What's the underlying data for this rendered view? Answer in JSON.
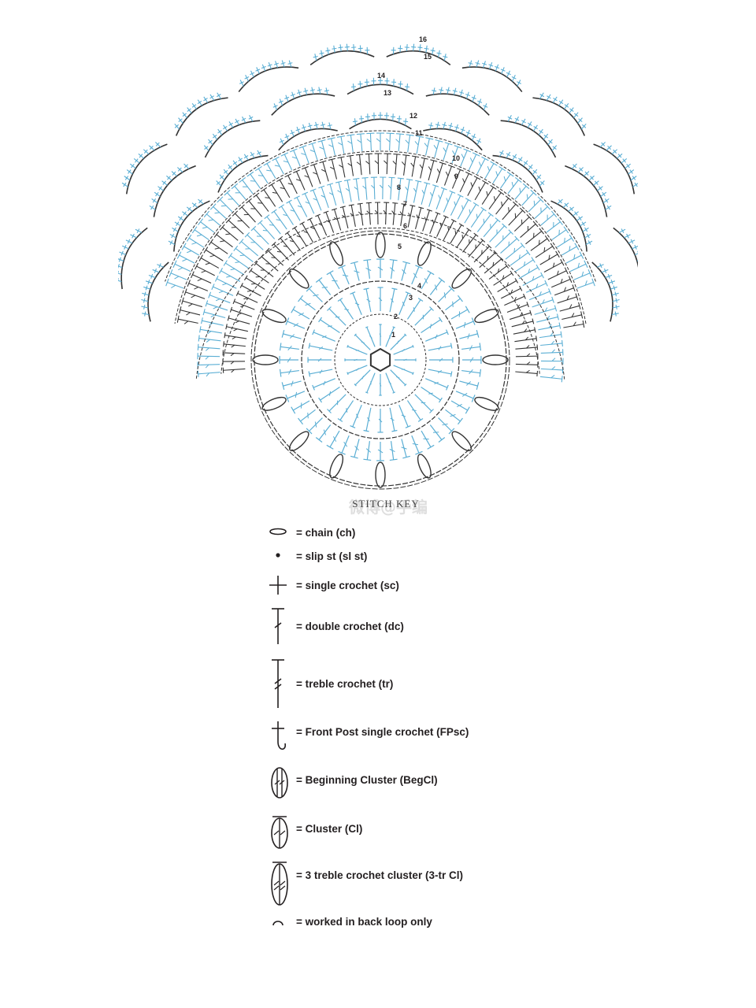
{
  "diagram": {
    "row_labels": [
      "1",
      "2",
      "3",
      "4",
      "5",
      "6",
      "7",
      "8",
      "9",
      "10",
      "11",
      "12",
      "13",
      "14",
      "15",
      "16"
    ],
    "colors": {
      "blue": "#5aaed4",
      "dark": "#333333"
    }
  },
  "stitch_key": {
    "title": "STITCH KEY",
    "watermark": "微博@手编",
    "items": [
      {
        "icon": "chain-icon",
        "label": "= chain (ch)"
      },
      {
        "icon": "slip-stitch-icon",
        "label": "= slip st (sl st)"
      },
      {
        "icon": "single-crochet-icon",
        "label": "= single crochet (sc)"
      },
      {
        "icon": "double-crochet-icon",
        "label": "= double crochet (dc)"
      },
      {
        "icon": "treble-crochet-icon",
        "label": "= treble crochet (tr)"
      },
      {
        "icon": "front-post-sc-icon",
        "label": "= Front Post single crochet (FPsc)"
      },
      {
        "icon": "beginning-cluster-icon",
        "label": "= Beginning Cluster (BegCl)"
      },
      {
        "icon": "cluster-icon",
        "label": "= Cluster (Cl)"
      },
      {
        "icon": "three-tr-cluster-icon",
        "label": "= 3 treble crochet cluster (3-tr Cl)"
      },
      {
        "icon": "back-loop-icon",
        "label": "= worked in back loop only"
      }
    ]
  }
}
